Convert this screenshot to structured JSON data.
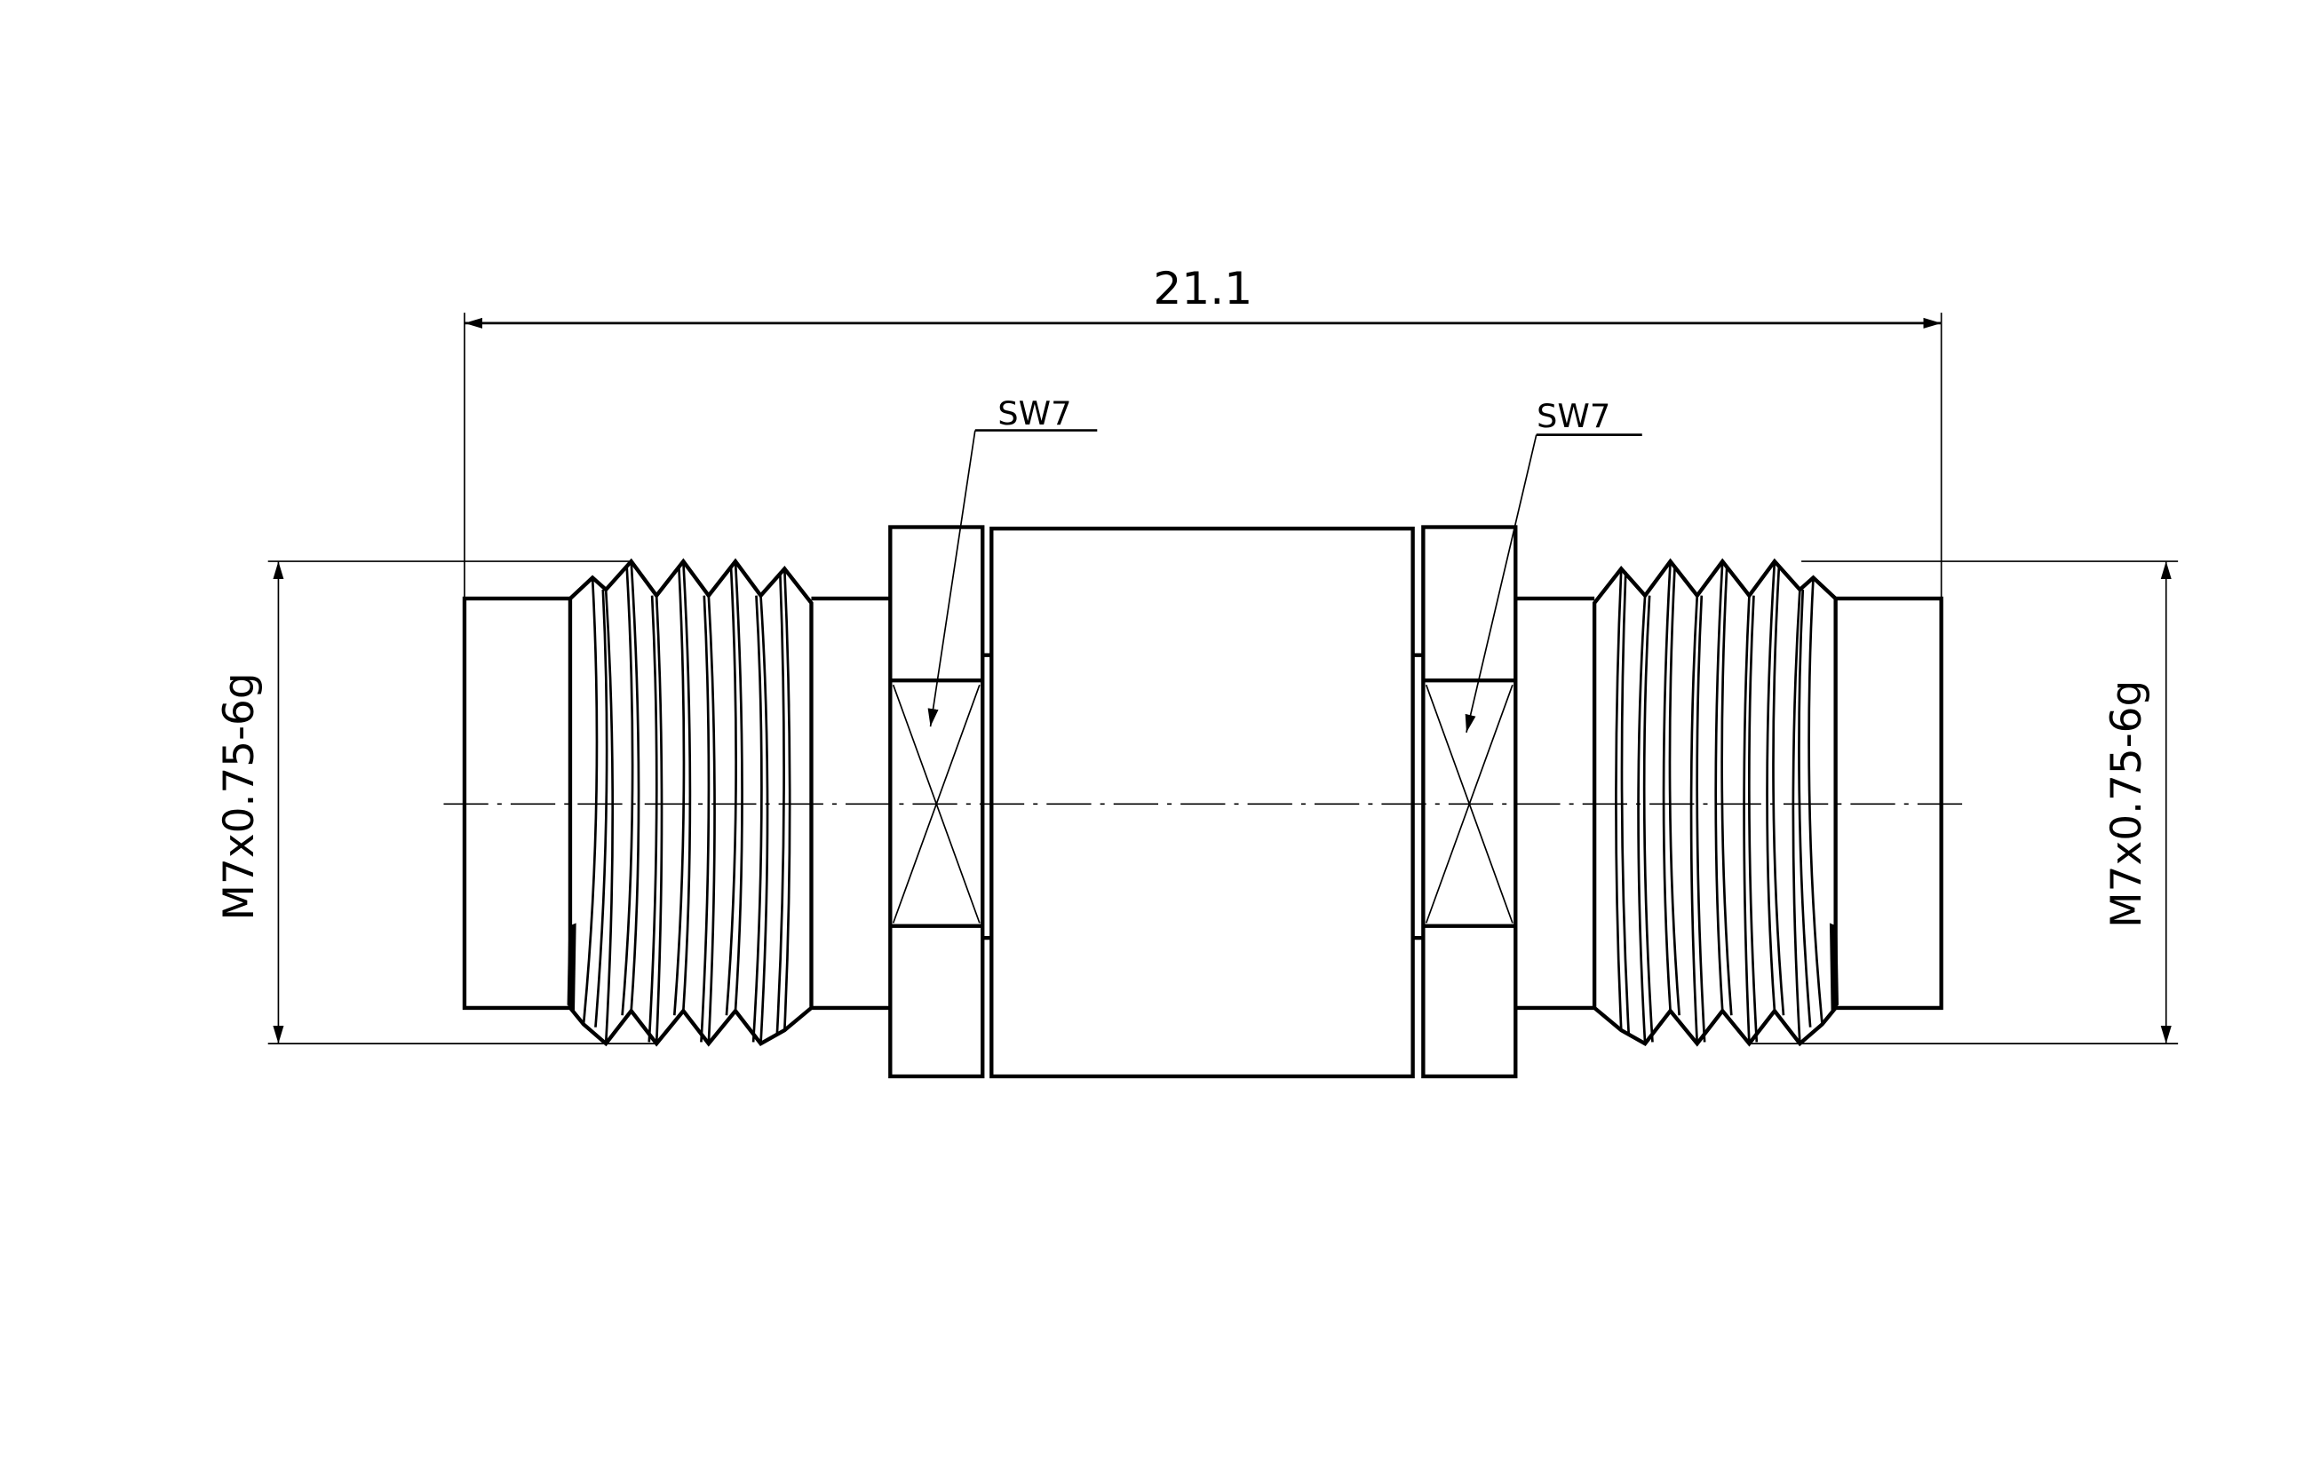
{
  "drawing": {
    "overall_length": "21.1",
    "wrench_left": "SW7",
    "wrench_right": "SW7",
    "thread_left": "M7x0.75-6g",
    "thread_right": "M7x0.75-6g"
  }
}
